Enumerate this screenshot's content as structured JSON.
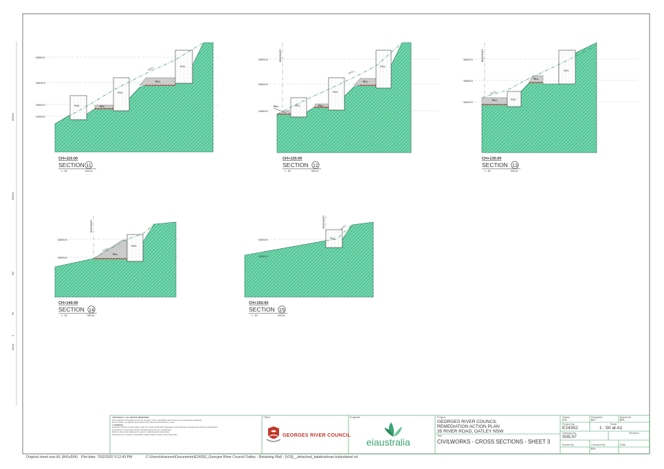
{
  "sections": [
    {
      "id": "11",
      "chainage": "CH+110.00",
      "title": "SECTION",
      "scale": "1 : 50",
      "ref": "S05.01",
      "levels": [
        "18000.0",
        "16400.0",
        "15000.0",
        "14000.0"
      ],
      "walls": [
        "RW1",
        "RW1",
        "RW1"
      ],
      "fill": [
        "FILL",
        "FILL"
      ],
      "ngl": "N.G.L."
    },
    {
      "id": "12",
      "chainage": "CH+120.00",
      "title": "SECTION",
      "scale": "1 : 50",
      "ref": "S05.01",
      "levels": [
        "18000.0",
        "16400.0",
        "14800.0"
      ],
      "walls": [
        "RW1",
        "RW1",
        "RW1"
      ],
      "fill": [
        "FILL",
        "FILL",
        "FILL"
      ],
      "ngl": "N.G.L.",
      "boundary": "BOUNDARY"
    },
    {
      "id": "13",
      "chainage": "CH+130.00",
      "title": "SECTION",
      "scale": "1 : 50",
      "ref": "S05.01",
      "levels": [
        "18000.0",
        "16600.0",
        "15200.0"
      ],
      "walls": [
        "RW1",
        "RW1"
      ],
      "fill": [
        "FILL",
        "FILL"
      ],
      "ngl": "N.G.L.",
      "boundary": "BOUNDARY"
    },
    {
      "id": "14",
      "chainage": "CH+140.00",
      "title": "SECTION",
      "scale": "1 : 50",
      "ref": "S05.01",
      "levels": [
        "16000.0",
        "16535.0"
      ],
      "walls": [
        "RW1"
      ],
      "fill": [
        "FILL"
      ],
      "ngl": "N.G.L.",
      "boundary": "BOUNDARY"
    },
    {
      "id": "15",
      "chainage": "CH+150.00",
      "title": "SECTION",
      "scale": "1 : 50",
      "ref": "S05.01",
      "levels": [
        "16000.0",
        "16850.0"
      ],
      "walls": [
        "RW1"
      ],
      "ngl": "N.G.L.",
      "boundary": "BOUNDARY"
    }
  ],
  "margin_scale": [
    "300mm",
    "200mm",
    "100",
    "50",
    "0",
    "10mm"
  ],
  "notes": [
    "COPYRIGHT - ALL RIGHTS RESERVED",
    "This drawing is copyright and is the property of the consultants and must not be used without authority.",
    "Do not scale, use figured dimensions only. Verify all dimensions on site.",
    "1 GENERAL",
    "All works shall be in accordance with the current Australian Standards, local authority requirements and the specification.",
    "Contractor to check and confirm all dimensions prior to construction.",
    "Refer to structural details and notes for retaining wall construction.",
    "All levels are in metres to Australian Height Datum unless noted otherwise."
  ],
  "title_block": {
    "client_label": "Client",
    "engineer_label": "Engineer",
    "client_name": "GEORGES RIVER COUNCIL",
    "engineer_name": "eiaustralia",
    "project_label": "Project",
    "project_lines": [
      "GEORGES RIVER COUNCIL",
      "REMEDIATION ACTION PLAN",
      "35 RIVER ROAD, OATLEY NSW"
    ],
    "title_label": "Title",
    "title": "CIVILWORKS - CROSS SECTIONS - SHEET 3",
    "drawn_label": "Drawn",
    "drawn": "CC",
    "designed_label": "Designed",
    "designed": "EA",
    "approved_label": "Approved",
    "approved": "EA",
    "project_no_label": "Project No.",
    "project_no": "E24352",
    "scale_label": "Scale",
    "scale": "1 : 50 at A1",
    "drawing_no_label": "Drawing No.",
    "drawing_no": "S05.07",
    "revision_label": "Revision",
    "revision": "",
    "issued_label": "Issued By",
    "issued": "",
    "checked_label": "Checked By",
    "checked": "EA",
    "date_label": "Date",
    "date": ""
  },
  "footer": {
    "sheet_size": "Original sheet size A1 (841x594)",
    "plot_date": "Plot date:  7/02/2020 3:12:43 PM",
    "path": "C:\\Users\\shannon\\Documents\\E24352_Georges River Council Oatley - Retaining Wall - [V19]__detached_balakrishnan.kulandaivel.rvt"
  }
}
